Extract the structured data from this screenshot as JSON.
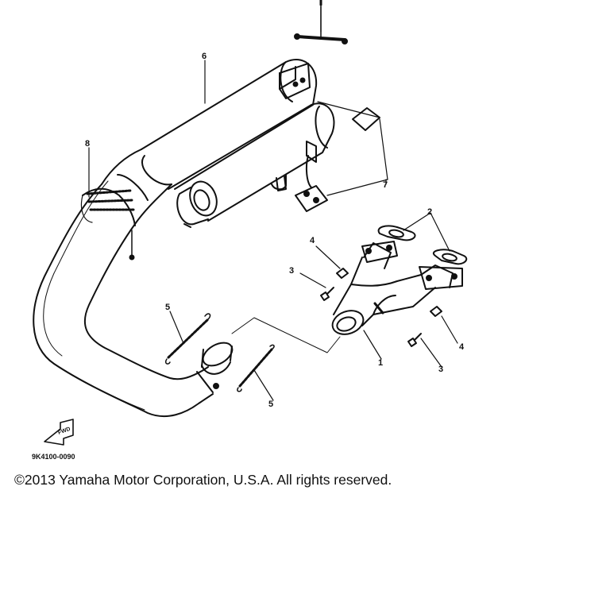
{
  "diagram": {
    "part_labels": {
      "p1": "1",
      "p2": "2",
      "p3a": "3",
      "p3b": "3",
      "p4a": "4",
      "p4b": "4",
      "p5a": "5",
      "p5b": "5",
      "p6": "6",
      "p7": "7",
      "p8": "8"
    },
    "front_marker": "FWD",
    "drawing_code": "9K4100-0090"
  },
  "copyright": "©2013 Yamaha Motor Corporation, U.S.A. All rights reserved."
}
